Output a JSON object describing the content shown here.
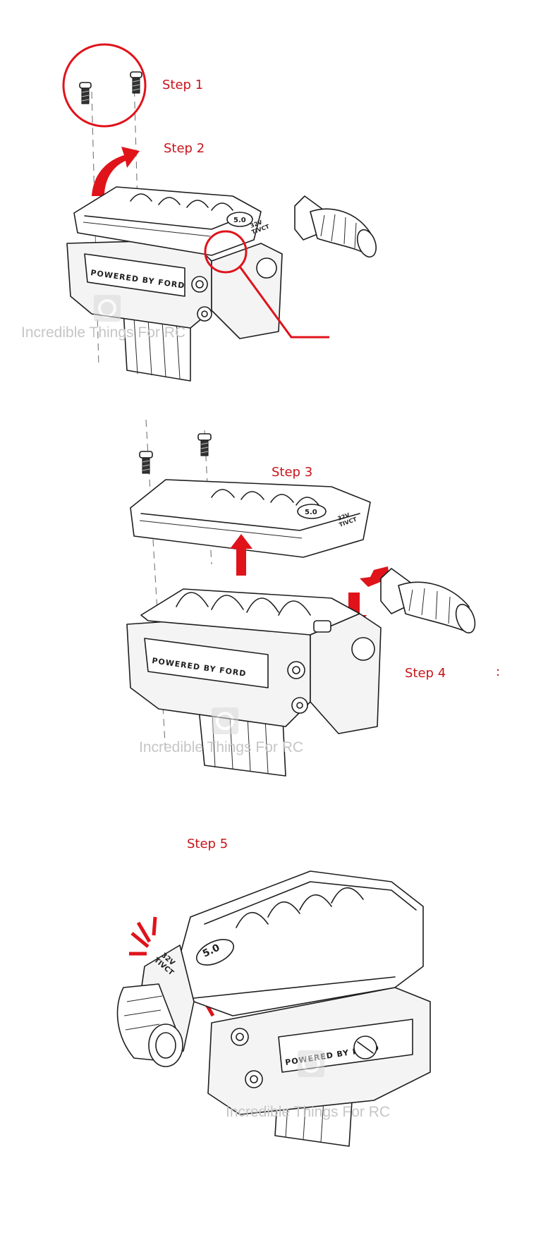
{
  "steps": {
    "step1": "Step 1",
    "step2": "Step 2",
    "step3": "Step 3",
    "step4": "Step 4",
    "step5": "Step 5"
  },
  "engine_text": {
    "powered_by": "POWERED BY FORD",
    "badge_displacement": "5.0",
    "badge_model_line1": "32V",
    "badge_model_line2": "TIVCT"
  },
  "watermark": {
    "text": "Incredible Things For RC"
  },
  "stray_mark": ":",
  "colors": {
    "accent_red": "#e0131b",
    "label_red": "#c8141b",
    "linework": "#1e1e1e",
    "watermark_gray": "#c6c6c6"
  },
  "icons": [
    "screw-icon",
    "curved-arrow-icon",
    "up-arrow-icon",
    "down-arrow-icon",
    "left-arrow-icon",
    "spark-lines-icon",
    "watermark-logo-icon"
  ]
}
